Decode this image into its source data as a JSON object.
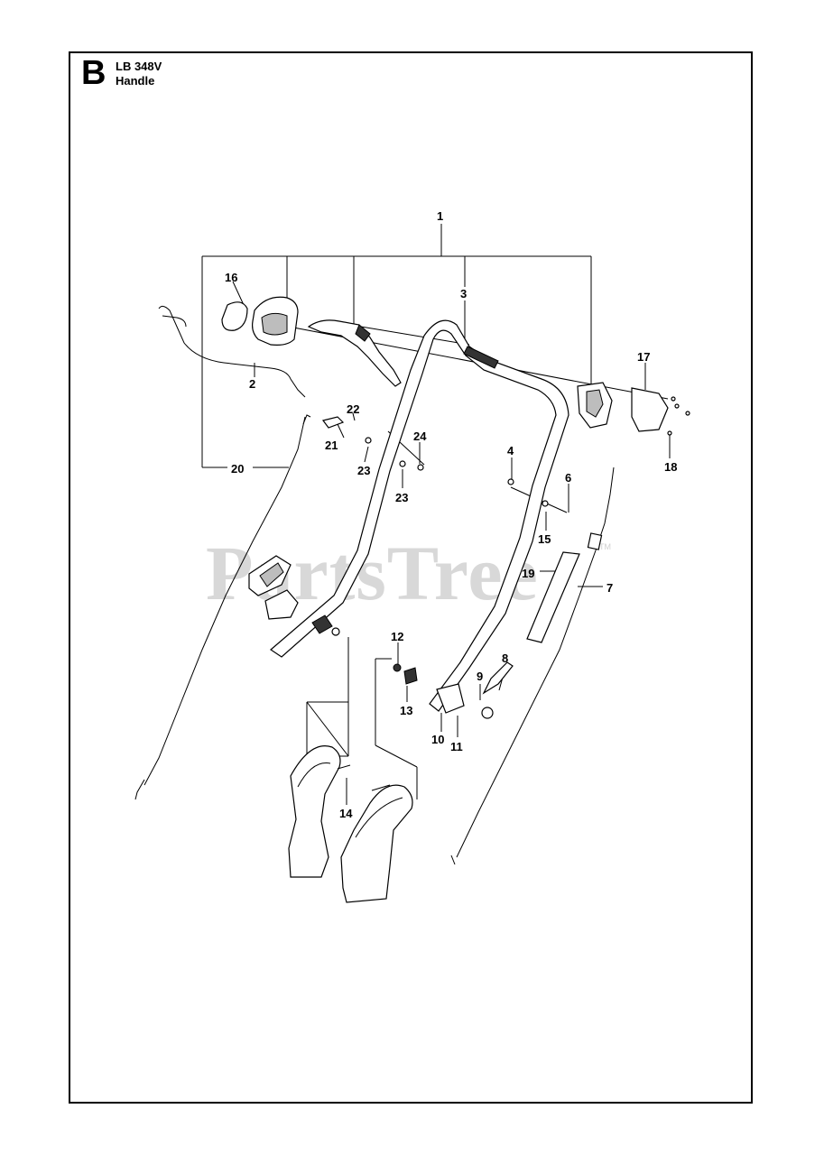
{
  "header": {
    "section_letter": "B",
    "model": "LB 348V",
    "section_title": "Handle"
  },
  "watermark": {
    "text": "PartsTree",
    "trademark": "TM"
  },
  "callouts": [
    {
      "id": "c1",
      "label": "1"
    },
    {
      "id": "c2",
      "label": "2"
    },
    {
      "id": "c3",
      "label": "3"
    },
    {
      "id": "c4",
      "label": "4"
    },
    {
      "id": "c6",
      "label": "6"
    },
    {
      "id": "c7",
      "label": "7"
    },
    {
      "id": "c8",
      "label": "8"
    },
    {
      "id": "c9",
      "label": "9"
    },
    {
      "id": "c10",
      "label": "10"
    },
    {
      "id": "c11",
      "label": "11"
    },
    {
      "id": "c12",
      "label": "12"
    },
    {
      "id": "c13",
      "label": "13"
    },
    {
      "id": "c14",
      "label": "14"
    },
    {
      "id": "c15",
      "label": "15"
    },
    {
      "id": "c16",
      "label": "16"
    },
    {
      "id": "c17",
      "label": "17"
    },
    {
      "id": "c18",
      "label": "18"
    },
    {
      "id": "c19",
      "label": "19"
    },
    {
      "id": "c20",
      "label": "20"
    },
    {
      "id": "c21",
      "label": "21"
    },
    {
      "id": "c22",
      "label": "22"
    },
    {
      "id": "c23a",
      "label": "23"
    },
    {
      "id": "c23b",
      "label": "23"
    },
    {
      "id": "c24",
      "label": "24"
    }
  ]
}
